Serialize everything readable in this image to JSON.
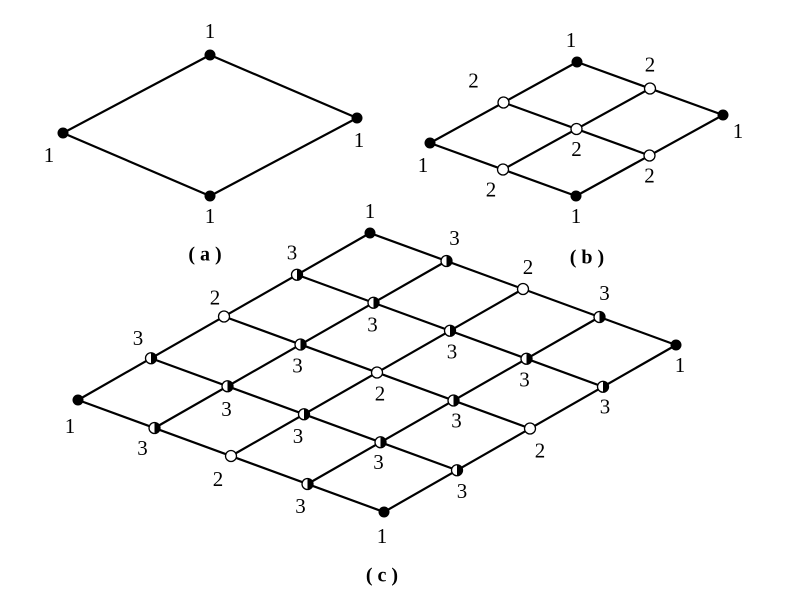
{
  "diagrams": [
    {
      "caption": "( a )",
      "corner_label": "1",
      "divisions": 1
    },
    {
      "caption": "( b )",
      "corner_label": "1",
      "divisions": 2,
      "mid_label": "2"
    },
    {
      "caption": "( c )",
      "corner_label": "1",
      "divisions": 4,
      "mid_label": "2",
      "quarter_label": "3"
    }
  ],
  "legend_node_types": {
    "1": "filled",
    "2": "open",
    "3": "half-filled"
  },
  "colors": {
    "line": "#000000",
    "fill": "#000000",
    "open": "#ffffff"
  }
}
